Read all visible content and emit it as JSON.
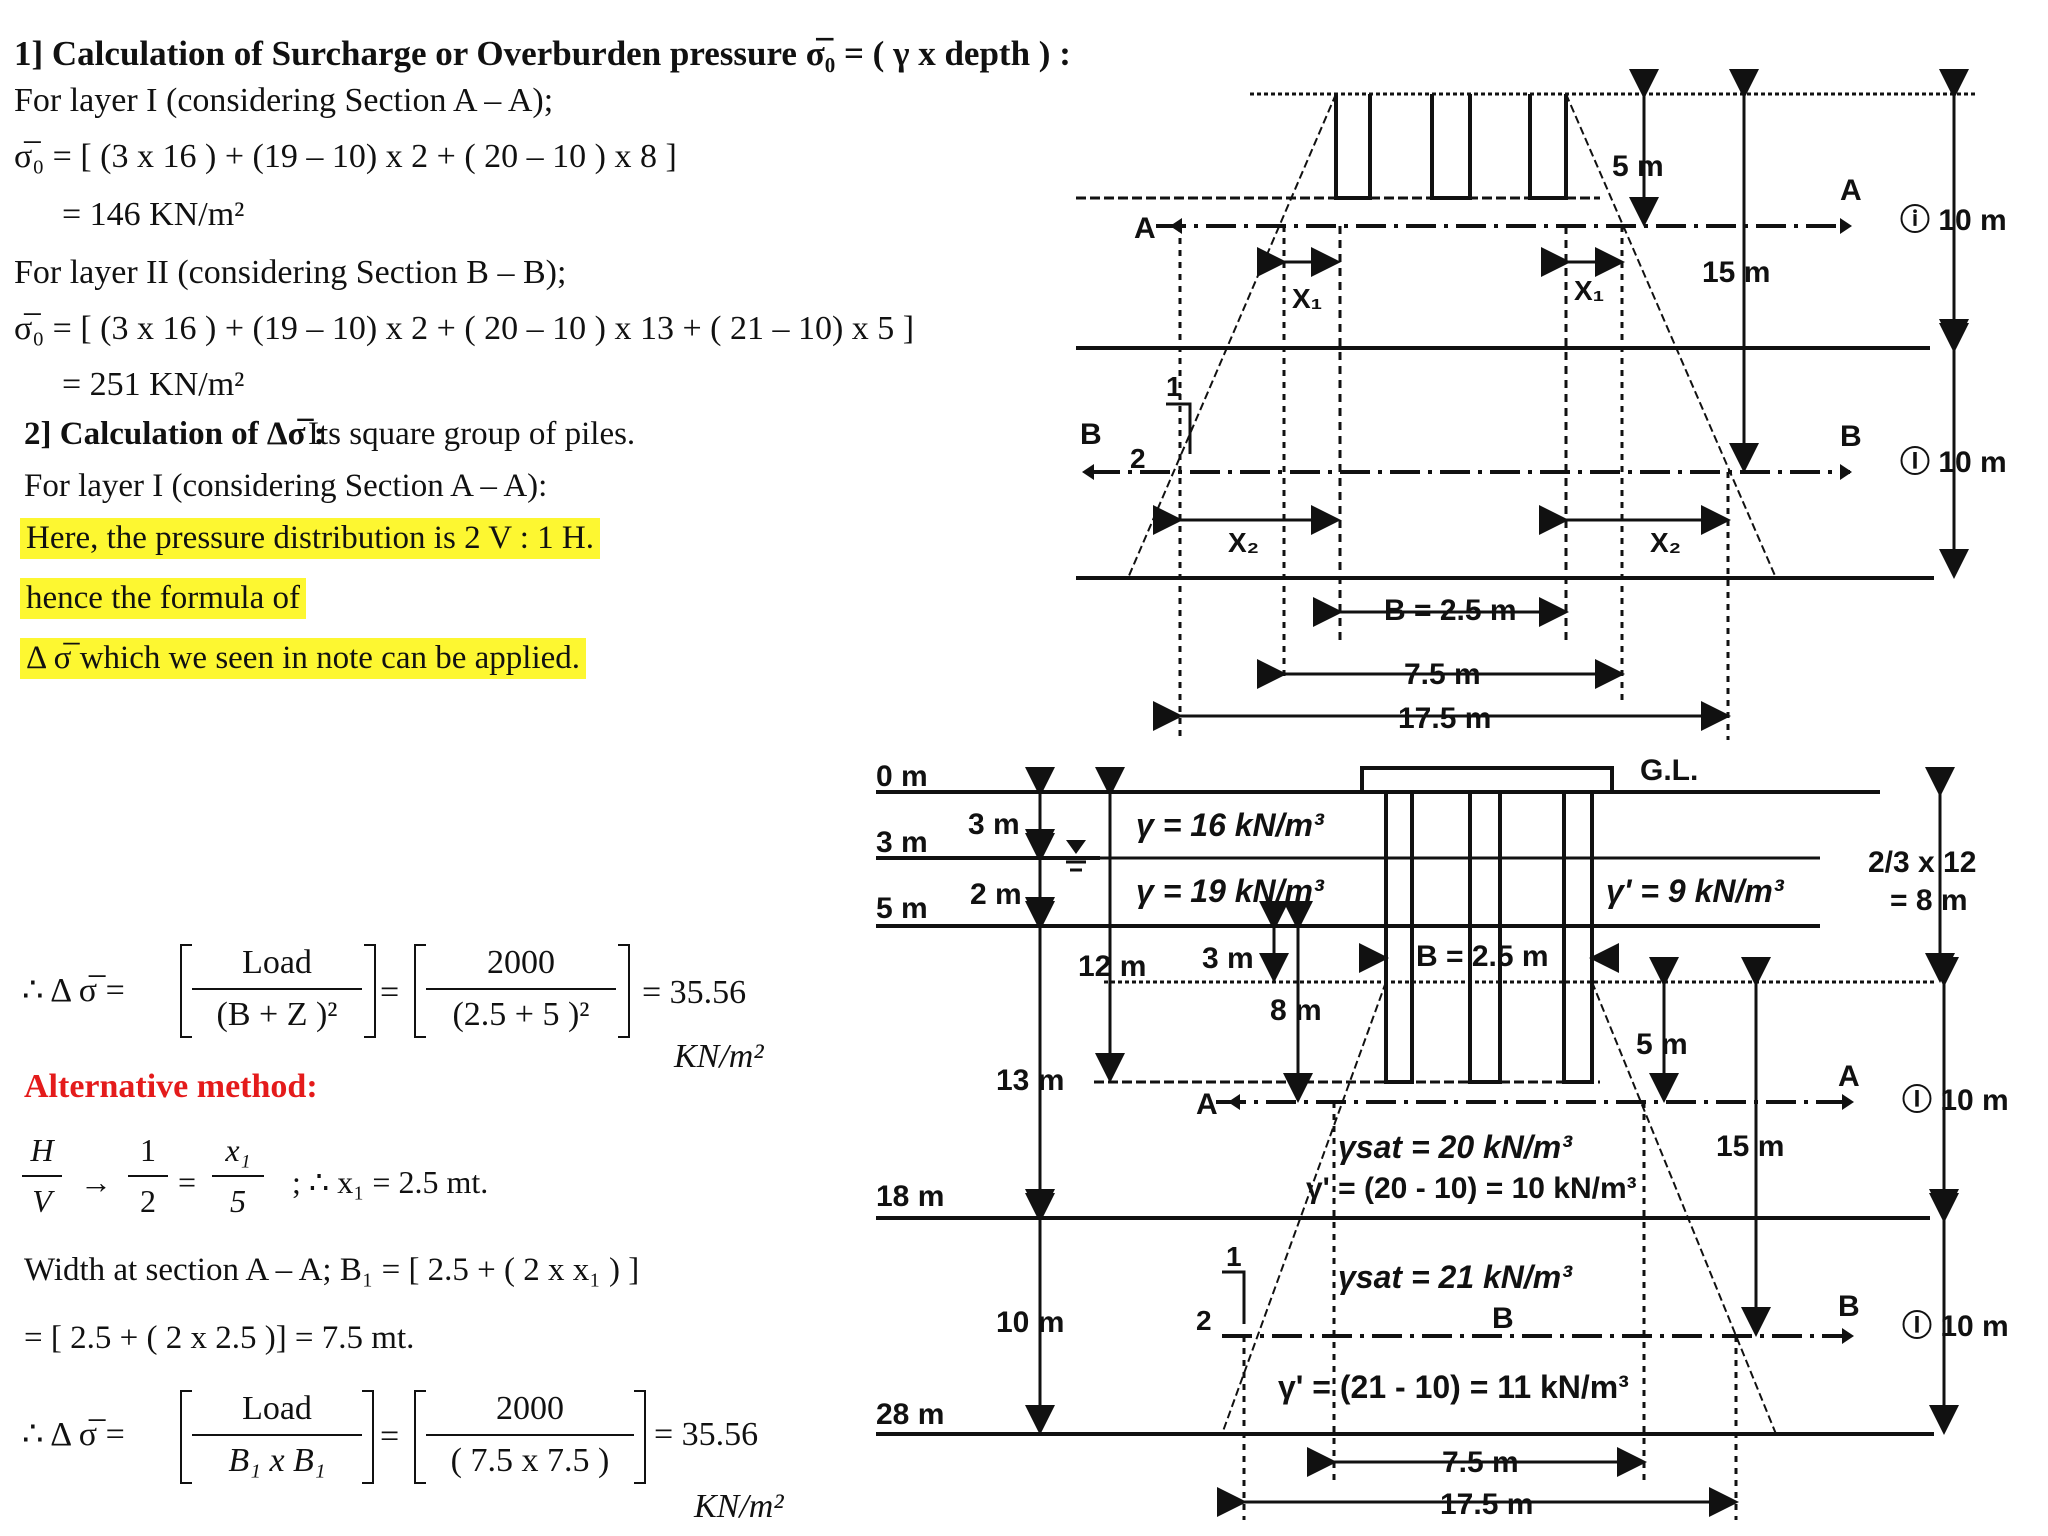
{
  "left": {
    "sec1_heading": "1] Calculation of Surcharge or Overburden pressure σ̅₀ = ( γ x depth ) :",
    "layer1_label": "For layer I (considering Section A – A);",
    "layer1_eq": "σ̅₀ = [ (3 x 16 ) + (19 – 10) x 2 + ( 20 – 10 ) x 8 ]",
    "layer1_result": "= 146  KN/m²",
    "layer2_label": "For layer II (considering Section B – B);",
    "layer2_eq": "σ̅₀ = [ (3 x 16 ) + (19 – 10) x 2 + ( 20 – 10 ) x 13 + ( 21 – 10) x 5 ]",
    "layer2_result": "= 251  KN/m²",
    "sec2_heading": "2] Calculation of Δσ̅ :",
    "sec2_tail": "Its square group of piles.",
    "layer1_label2": "For layer I (considering Section A – A):",
    "hl1": "Here, the pressure distribution is  2 V : 1 H.",
    "hl2": "hence the formula of",
    "hl3": "Δ σ̅  which we seen in note can be applied.",
    "f1_lead": "∴  Δ σ̅ =",
    "f1_num1": "Load",
    "f1_den1": "(B + Z )²",
    "f1_num2": "2000",
    "f1_den2": "(2.5 + 5 )²",
    "f1_result": "= 35.56",
    "f1_unit": "KN/m²",
    "alt": "Alternative method:",
    "hv_num": "H",
    "hv_den": "V",
    "arrow": "→",
    "half_num": "1",
    "half_den": "2",
    "eq": "=",
    "x1_num": "x₁",
    "x1_den": "5",
    "x1_result": ";   ∴ x₁ = 2.5  mt.",
    "width_line": "Width at section A – A;  B₁ = [ 2.5 + ( 2 x x₁ ) ]",
    "width_result": "= [ 2.5 + ( 2 x 2.5 )] = 7.5  mt.",
    "f2_lead": "∴  Δ σ̅ =",
    "f2_num1": "Load",
    "f2_den1": "B₁  x  B₁",
    "f2_num2": "2000",
    "f2_den2": "( 7.5 x 7.5 )",
    "f2_result": "= 35.56",
    "f2_unit": "KN/m²"
  },
  "top_diagram": {
    "five_m": "5 m",
    "fifteen_m": "15 m",
    "x1": "X₁",
    "x2": "X₂",
    "one": "1",
    "two": "2",
    "A": "A",
    "B": "B",
    "layer1": "ⓘ 10 m",
    "layer2": "Ⓘ 10 m",
    "b_dim": "B = 2.5 m",
    "w75": "7.5 m",
    "w175": "17.5 m"
  },
  "bottom_diagram": {
    "d0": "0 m",
    "d3": "3 m",
    "d5": "5 m",
    "d13": "13 m",
    "d18": "18 m",
    "d28": "28 m",
    "t3": "3 m",
    "t2": "2 m",
    "t12": "12 m",
    "t3b": "3 m",
    "t8": "8 m",
    "t10": "10 m",
    "gl": "G.L.",
    "g16": "γ = 16 kN/m³",
    "g19": "γ = 19 kN/m³",
    "g9": "γ' = 9  kN/m³",
    "two_thirds": "2/3 x 12",
    "eight": "= 8 m",
    "b_dim": "B = 2.5 m",
    "five_m": "5 m",
    "fifteen_m": "15 m",
    "ysat20": "γsat = 20  kN/m³",
    "yp10": "γ' = (20 - 10) = 10  kN/m³",
    "ysat21": "γsat = 21  kN/m³",
    "yp11": "γ' = (21 - 10) = 11  kN/m³",
    "A": "A",
    "B": "B",
    "one": "1",
    "two": "2",
    "layer1": "Ⓘ 10 m",
    "layer2": "Ⓘ 10 m",
    "w75": "7.5 m",
    "w175": "17.5 m"
  }
}
